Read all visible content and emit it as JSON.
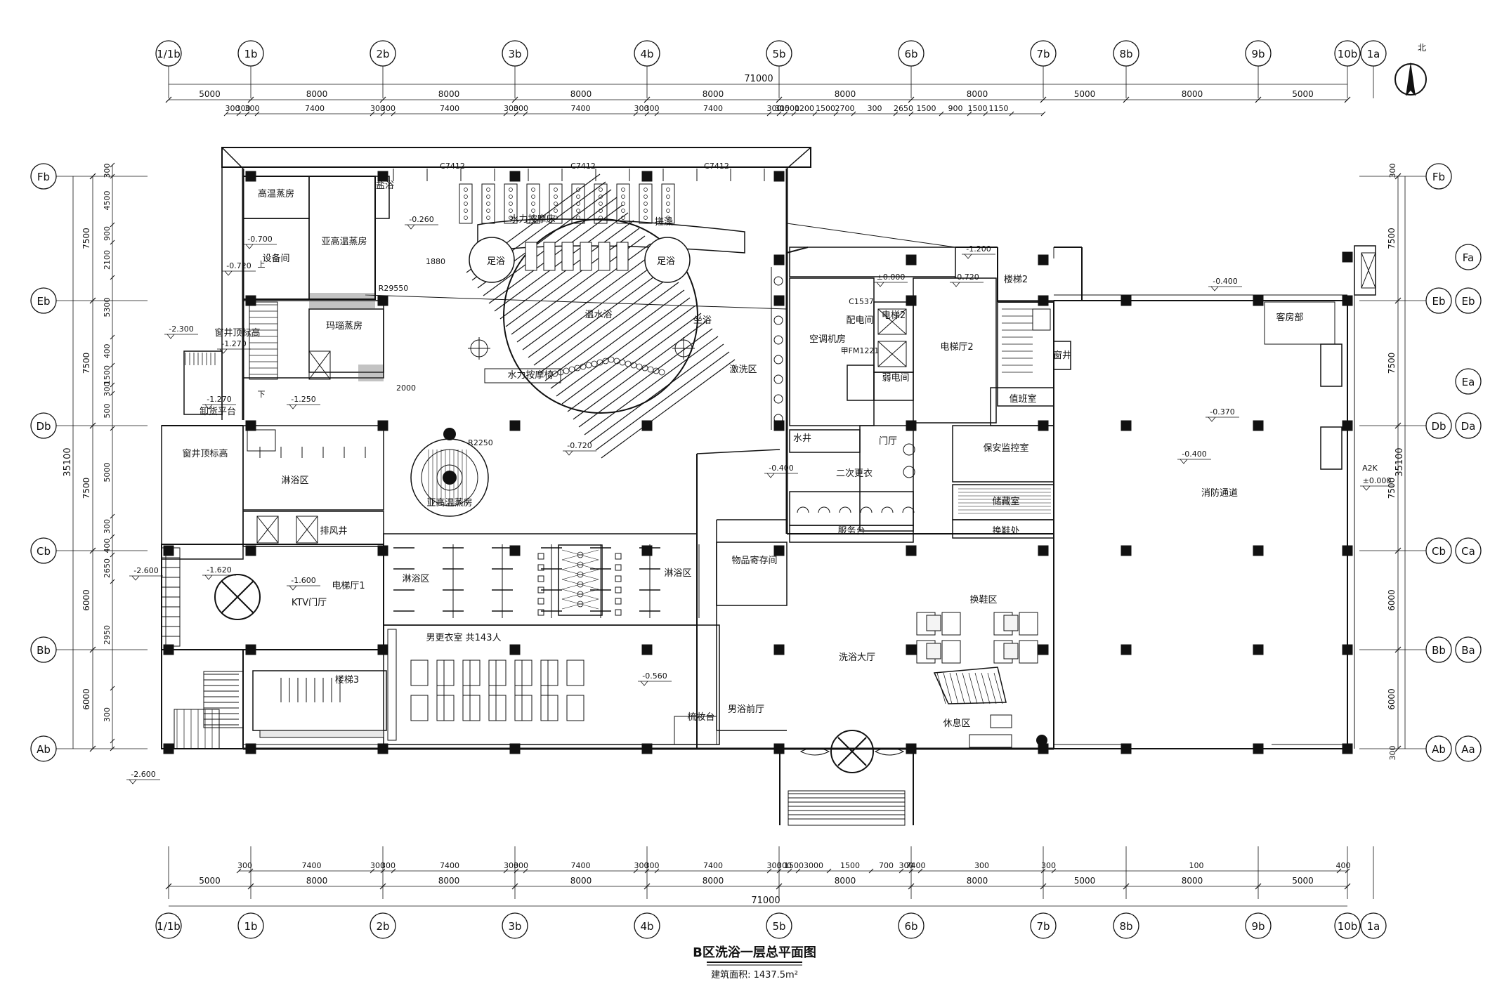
{
  "drawing": {
    "title": "B区洗浴一层总平面图",
    "area_label": "建筑面积: 1437.5m²",
    "north_label": "北"
  },
  "grid_columns": [
    "1/1b",
    "1b",
    "2b",
    "3b",
    "4b",
    "5b",
    "6b",
    "7b",
    "8b",
    "9b",
    "10b",
    "1a"
  ],
  "grid_rows_left": [
    "Fb",
    "Eb",
    "Db",
    "Cb",
    "Bb",
    "Ab"
  ],
  "grid_rows_right_b": [
    "Fb",
    "Eb",
    "Db",
    "Cb",
    "Bb",
    "Ab"
  ],
  "grid_rows_right_a": [
    "Fa",
    "Eb",
    "Ea",
    "Da",
    "Ca",
    "Ba",
    "Aa"
  ],
  "dimensions": {
    "top_total": "71000",
    "top_bays": [
      "5000",
      "8000",
      "8000",
      "8000",
      "8000",
      "8000",
      "8000",
      "5000",
      "8000",
      "5000"
    ],
    "top_detail": [
      "300",
      "300",
      "300",
      "7400",
      "300",
      "300",
      "7400",
      "300",
      "300",
      "7400",
      "300",
      "300",
      "7400",
      "300",
      "300",
      "1500",
      "1200",
      "1500",
      "2700",
      "300",
      "2650",
      "1500",
      "900",
      "1500",
      "1150"
    ],
    "bottom_total": "71000",
    "bottom_bays": [
      "5000",
      "8000",
      "8000",
      "8000",
      "8000",
      "8000",
      "8000",
      "5000",
      "8000",
      "5000"
    ],
    "bottom_detail": [
      "300",
      "7400",
      "300",
      "300",
      "7400",
      "300",
      "300",
      "7400",
      "300",
      "300",
      "7400",
      "300",
      "300",
      "1500",
      "3000",
      "1500",
      "700",
      "300",
      "7400",
      "300",
      "300",
      "100",
      "400"
    ],
    "left_total": "35100",
    "left_bays": [
      "7500",
      "7500",
      "7500",
      "6000",
      "6000"
    ],
    "left_detail": [
      "300",
      "4500",
      "900",
      "2100",
      "5300",
      "400",
      "1500",
      "300",
      "500",
      "5000",
      "300",
      "400",
      "2650",
      "2950",
      "300"
    ],
    "right_total": "35100",
    "right_bays": [
      "7500",
      "7500",
      "7500",
      "6000",
      "6000"
    ],
    "right_detail": [
      "300",
      "300"
    ]
  },
  "rooms": [
    {
      "id": "high-temp-sauna",
      "label": "高温蒸房"
    },
    {
      "id": "salt-bath",
      "label": "盐浴"
    },
    {
      "id": "sub-high-temp-sauna",
      "label": "亚高温蒸房"
    },
    {
      "id": "equipment-room",
      "label": "设备间"
    },
    {
      "id": "jade-sauna",
      "label": "玛瑙蒸房"
    },
    {
      "id": "hydro-massage-bed",
      "label": "水力按摩床"
    },
    {
      "id": "scrub",
      "label": "搓澡"
    },
    {
      "id": "foot-bath-left",
      "label": "足浴"
    },
    {
      "id": "foot-bath-right",
      "label": "足浴"
    },
    {
      "id": "warm-pool",
      "label": "温水浴"
    },
    {
      "id": "sitting-bath",
      "label": "坐浴"
    },
    {
      "id": "hydro-massage-chair",
      "label": "水力按摩椅"
    },
    {
      "id": "rinse-area",
      "label": "激洗区"
    },
    {
      "id": "sub-high-temp-sauna-2",
      "label": "亚高温蒸房"
    },
    {
      "id": "shower-area-1",
      "label": "淋浴区"
    },
    {
      "id": "shower-area-2",
      "label": "淋浴区"
    },
    {
      "id": "shower-area-3",
      "label": "淋浴区"
    },
    {
      "id": "exhaust-shaft",
      "label": "排风井"
    },
    {
      "id": "elevator-hall-1",
      "label": "电梯厅1"
    },
    {
      "id": "ktv-lobby",
      "label": "KTV门厅"
    },
    {
      "id": "stair-3",
      "label": "楼梯3"
    },
    {
      "id": "mens-locker",
      "label": "男更衣室 共143人"
    },
    {
      "id": "dresser",
      "label": "梳妆台"
    },
    {
      "id": "mens-front-hall",
      "label": "男浴前厅"
    },
    {
      "id": "ac-room",
      "label": "空调机房"
    },
    {
      "id": "elevator-2",
      "label": "电梯2"
    },
    {
      "id": "power-room",
      "label": "配电间"
    },
    {
      "id": "weak-power",
      "label": "弱电间"
    },
    {
      "id": "elevator-hall-2",
      "label": "电梯厅2"
    },
    {
      "id": "stair-2",
      "label": "楼梯2"
    },
    {
      "id": "duty-room",
      "label": "值班室"
    },
    {
      "id": "window-well",
      "label": "窗井"
    },
    {
      "id": "guest-room-dept",
      "label": "客房部"
    },
    {
      "id": "water-well",
      "label": "水井"
    },
    {
      "id": "entry",
      "label": "门厅"
    },
    {
      "id": "second-change",
      "label": "二次更衣"
    },
    {
      "id": "security-monitor",
      "label": "保安监控室"
    },
    {
      "id": "storage",
      "label": "储藏室"
    },
    {
      "id": "shoe-change",
      "label": "换鞋处"
    },
    {
      "id": "service-desk",
      "label": "服务台"
    },
    {
      "id": "item-storage",
      "label": "物品寄存间"
    },
    {
      "id": "shoe-change-area",
      "label": "换鞋区"
    },
    {
      "id": "bath-hall",
      "label": "洗浴大厅"
    },
    {
      "id": "rest-area",
      "label": "休息区"
    },
    {
      "id": "fire-passage",
      "label": "消防通道"
    },
    {
      "id": "window-well-top",
      "label": "窗井顶标高"
    },
    {
      "id": "window-well-top-2",
      "label": "窗井顶标高"
    },
    {
      "id": "loading-platform",
      "label": "卸货平台"
    }
  ],
  "elevations": [
    "-0.700",
    "-0.720",
    "-0.260",
    "-1.200",
    "±0.000",
    "-0.720",
    "-0.400",
    "-2.300",
    "-1.270",
    "-1.270",
    "-1.250",
    "-0.720",
    "-0.400",
    "-0.370",
    "-0.400",
    "±0.000",
    "-1.620",
    "-1.600",
    "-2.600",
    "-0.560",
    "-2.600"
  ],
  "notes": [
    "1880",
    "R29550",
    "2000",
    "R2250",
    "C7412",
    "C7412",
    "C7412",
    "C1537",
    "甲FM1221",
    "上",
    "下",
    "A2K"
  ]
}
